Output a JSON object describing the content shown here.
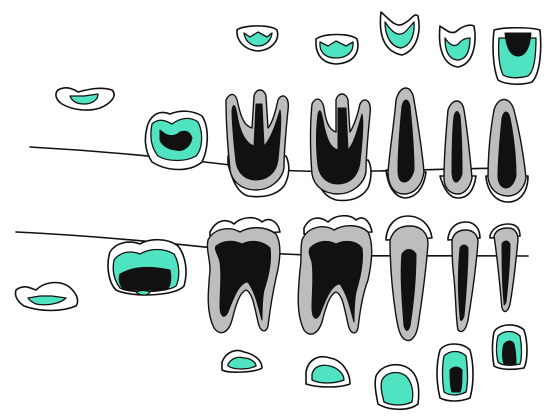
{
  "figure": {
    "colors": {
      "background": "#ffffff",
      "outline": "#111111",
      "enamel_cap": "#4fe3c2",
      "dentin": "#bdbdbd",
      "pulp": "#111111"
    },
    "legend": "none",
    "labels": "none",
    "upper_row": {
      "isolated_crowns": [
        "upper-crown-1",
        "upper-crown-2",
        "upper-crown-3",
        "upper-crown-4",
        "upper-crown-5"
      ],
      "developing_molar_crown": "upper-developing-crown",
      "teeth": [
        "upper-molar-1",
        "upper-molar-2",
        "upper-premolar-1",
        "upper-premolar-2",
        "upper-canine"
      ]
    },
    "lower_row": {
      "isolated_crowns": [
        "lower-crown-1",
        "lower-crown-2",
        "lower-crown-3",
        "lower-crown-4",
        "lower-crown-5"
      ],
      "developing_molar_crown": "lower-developing-crown",
      "teeth": [
        "lower-molar-1",
        "lower-molar-2",
        "lower-premolar-1",
        "lower-premolar-2",
        "lower-canine"
      ]
    }
  }
}
